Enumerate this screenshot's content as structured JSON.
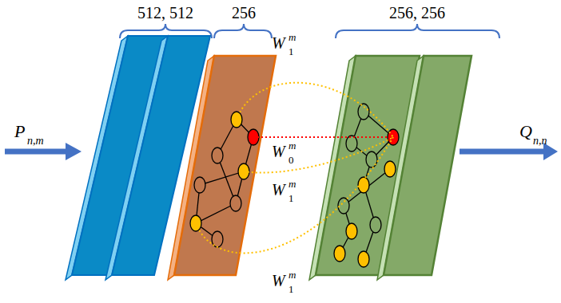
{
  "diagram": {
    "labels": [
      "512, 512",
      "256",
      "256, 256",
      "P",
      "n,m",
      "W",
      "1",
      "m",
      "W",
      "0",
      "m",
      "W",
      "1",
      "m",
      "Q",
      "n,n",
      "W",
      "1",
      "m"
    ]
  }
}
